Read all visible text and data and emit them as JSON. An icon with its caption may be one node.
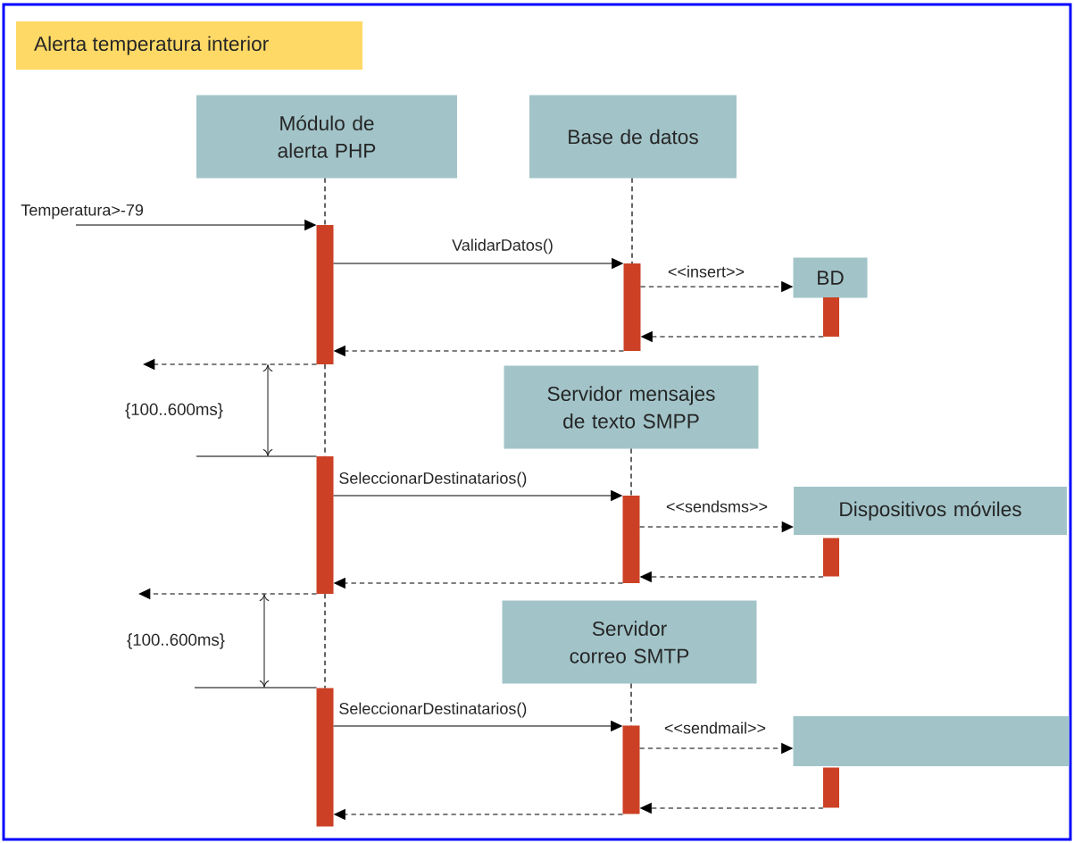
{
  "diagram": {
    "title": "Alerta temperatura interior",
    "nodes": [
      {
        "text": [
          "Módulo de alerta PHP"
        ]
      },
      {
        "text": [
          "Base de datos"
        ]
      },
      {
        "text": [
          "BD"
        ]
      },
      {
        "text": [
          "Servidor mensajes de texto SMPP"
        ]
      },
      {
        "text": [
          "Dispositivos móviles"
        ]
      },
      {
        "text": [
          "Servidor correo SMTP"
        ]
      },
      {
        "text": [],
        "shape": "box"
      },
      {
        "text": [],
        "shape": "bar"
      },
      {
        "text": [],
        "shape": "bar"
      },
      {
        "text": [],
        "shape": "bar"
      },
      {
        "text": [],
        "shape": "bar"
      },
      {
        "text": [],
        "shape": "bar"
      },
      {
        "text": [],
        "shape": "bar"
      },
      {
        "text": [],
        "shape": "bar"
      },
      {
        "text": [],
        "shape": "bar"
      },
      {
        "text": [],
        "shape": "bar"
      }
    ],
    "edges": [
      {
        "from": null,
        "to": 7,
        "arrow": "to",
        "label": "Temperatura>-79"
      },
      {
        "from": 7,
        "to": 8,
        "arrow": "to",
        "label": "ValidarDatos()"
      },
      {
        "from": 8,
        "to": 2,
        "arrow": "to",
        "style": "dashed",
        "label": "<<insert>>"
      },
      {
        "from": 9,
        "to": 8,
        "arrow": "to",
        "style": "dashed"
      },
      {
        "from": 8,
        "to": 7,
        "arrow": "to",
        "style": "dashed"
      },
      {
        "from": 7,
        "to": null,
        "arrow": "to",
        "style": "dashed"
      },
      {
        "from": 10,
        "to": 11,
        "arrow": "to",
        "label": "SeleccionarDestinatarios()"
      },
      {
        "from": 11,
        "to": 4,
        "arrow": "to",
        "style": "dashed",
        "label": "<<sendsms>>"
      },
      {
        "from": 12,
        "to": 11,
        "arrow": "to",
        "style": "dashed"
      },
      {
        "from": 11,
        "to": 10,
        "arrow": "to",
        "style": "dashed"
      },
      {
        "from": 10,
        "to": null,
        "arrow": "to",
        "style": "dashed"
      },
      {
        "from": 13,
        "to": 14,
        "arrow": "to",
        "label": "SeleccionarDestinatarios()"
      },
      {
        "from": 14,
        "to": 6,
        "arrow": "to",
        "style": "dashed",
        "label": "<<sendmail>>"
      },
      {
        "from": 15,
        "to": 14,
        "arrow": "to",
        "style": "dashed"
      },
      {
        "from": 14,
        "to": 13,
        "arrow": "to",
        "style": "dashed"
      },
      {
        "from": null,
        "to": 10,
        "arrow": "none"
      },
      {
        "from": null,
        "to": 13,
        "arrow": "none"
      },
      {
        "from": 0,
        "to": 7,
        "arrow": "none",
        "style": "dashed"
      },
      {
        "from": 7,
        "to": 10,
        "arrow": "none",
        "style": "dashed"
      },
      {
        "from": 10,
        "to": 13,
        "arrow": "none",
        "style": "dashed"
      },
      {
        "from": 1,
        "to": 8,
        "arrow": "none",
        "style": "dashed"
      },
      {
        "from": 3,
        "to": 11,
        "arrow": "none",
        "style": "dashed"
      },
      {
        "from": 5,
        "to": 14,
        "arrow": "none",
        "style": "dashed"
      }
    ],
    "labels": [
      "{100..600ms}",
      "{100..600ms}"
    ]
  }
}
